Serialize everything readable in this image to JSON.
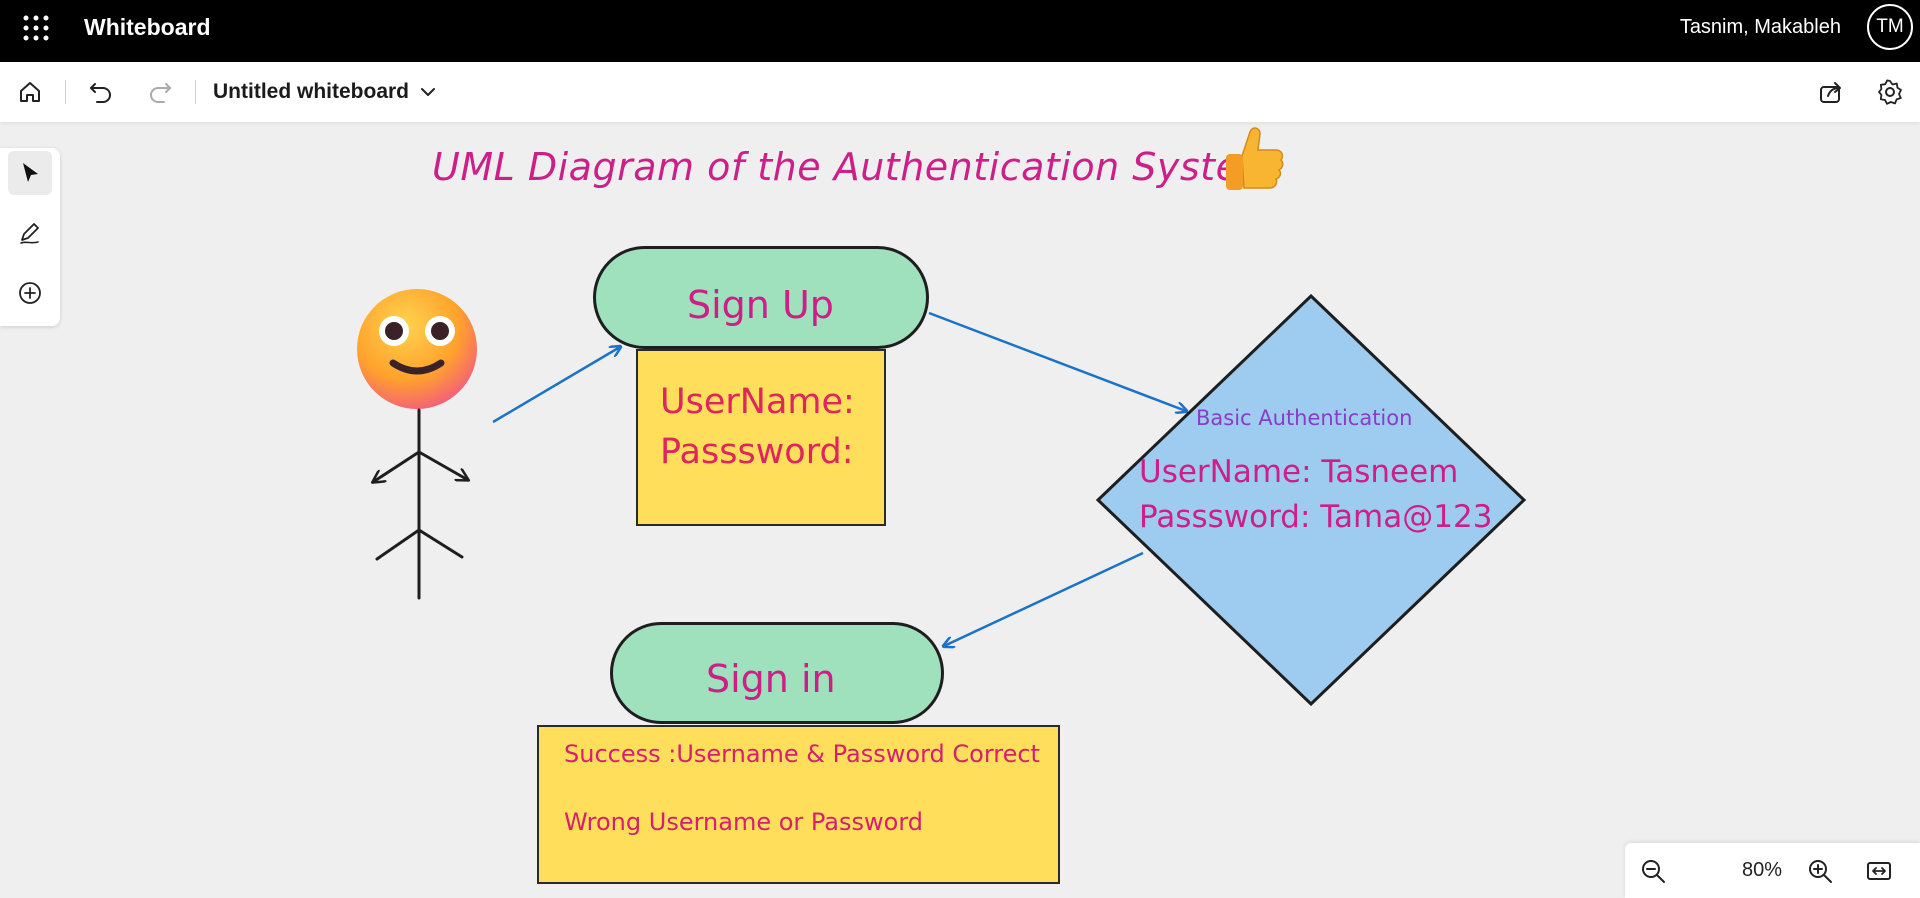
{
  "app": {
    "title": "Whiteboard",
    "user_name": "Tasnim, Makableh",
    "avatar_initials": "TM"
  },
  "toolbar": {
    "document_title": "Untitled whiteboard"
  },
  "canvas": {
    "title": "UML Diagram of the Authentication System",
    "sign_up": {
      "label": "Sign Up",
      "fields": [
        "UserName:",
        "Passsword:"
      ]
    },
    "auth": {
      "label": "Basic Authentication",
      "lines": [
        "UserName: Tasneem",
        "Passsword: Tama@123"
      ]
    },
    "sign_in": {
      "label": "Sign in",
      "lines": [
        "Success :Username & Password Correct",
        "Wrong Username or Password"
      ]
    }
  },
  "zoom": {
    "level": "80%"
  },
  "colors": {
    "accent_text": "#cc1f88",
    "auth_label": "#8a3cc8",
    "pill_fill": "#9fe0bd",
    "note_fill": "#fede5b",
    "diamond_fill": "#9ecbf0",
    "arrow": "#1a73c8"
  }
}
